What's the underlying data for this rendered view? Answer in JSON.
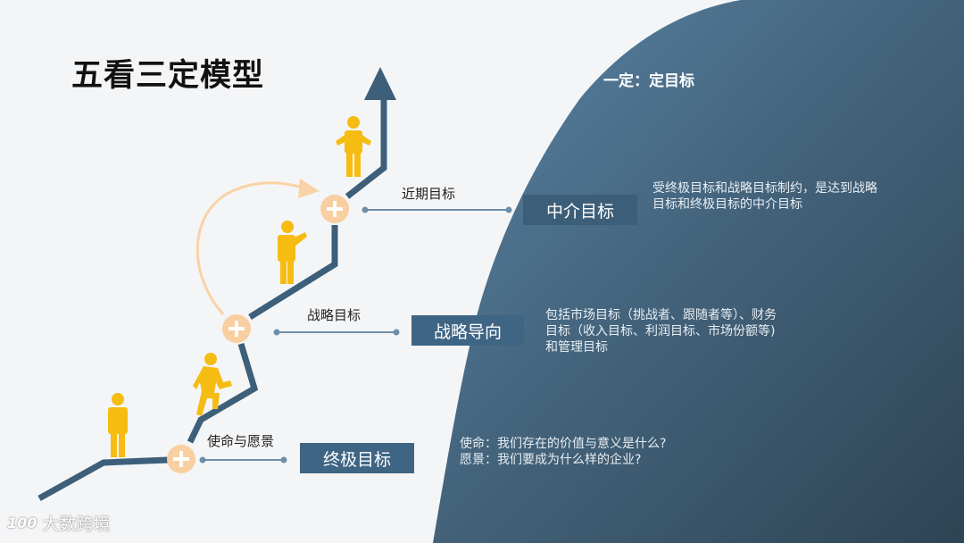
{
  "title": "五看三定模型",
  "subtitle": "一定：定目标",
  "colors": {
    "background": "#f4f5f6",
    "panel_light": "#56809f",
    "panel_dark": "#2e4556",
    "path": "#3d5f7a",
    "figure": "#f6bc12",
    "node": "#f8cfa0",
    "box": "#3f6584"
  },
  "steps": [
    {
      "step_label": "使命与愿景",
      "goal_label": "终极目标",
      "description_lines": [
        "使命：我们存在的价值与意义是什么?",
        "愿景：我们要成为什么样的企业?"
      ]
    },
    {
      "step_label": "战略目标",
      "goal_label": "战略导向",
      "description_lines": [
        "包括市场目标（挑战者、跟随者等）、财务",
        "目标（收入目标、利润目标、市场份额等)",
        "和管理目标"
      ]
    },
    {
      "step_label": "近期目标",
      "goal_label": "中介目标",
      "description_lines": [
        "受终极目标和战略目标制约，是达到战略",
        "目标和终极目标的中介目标"
      ]
    }
  ],
  "icons": {
    "node": "plus-circle-icon",
    "figures": [
      "standing-person-icon",
      "climbing-person-icon",
      "waving-person-icon",
      "shrugging-person-icon"
    ],
    "arrow": "up-arrow-icon",
    "cycle_arrow": "curved-arrow-icon"
  },
  "watermark": {
    "mark": "100",
    "text": "大数跨境"
  }
}
